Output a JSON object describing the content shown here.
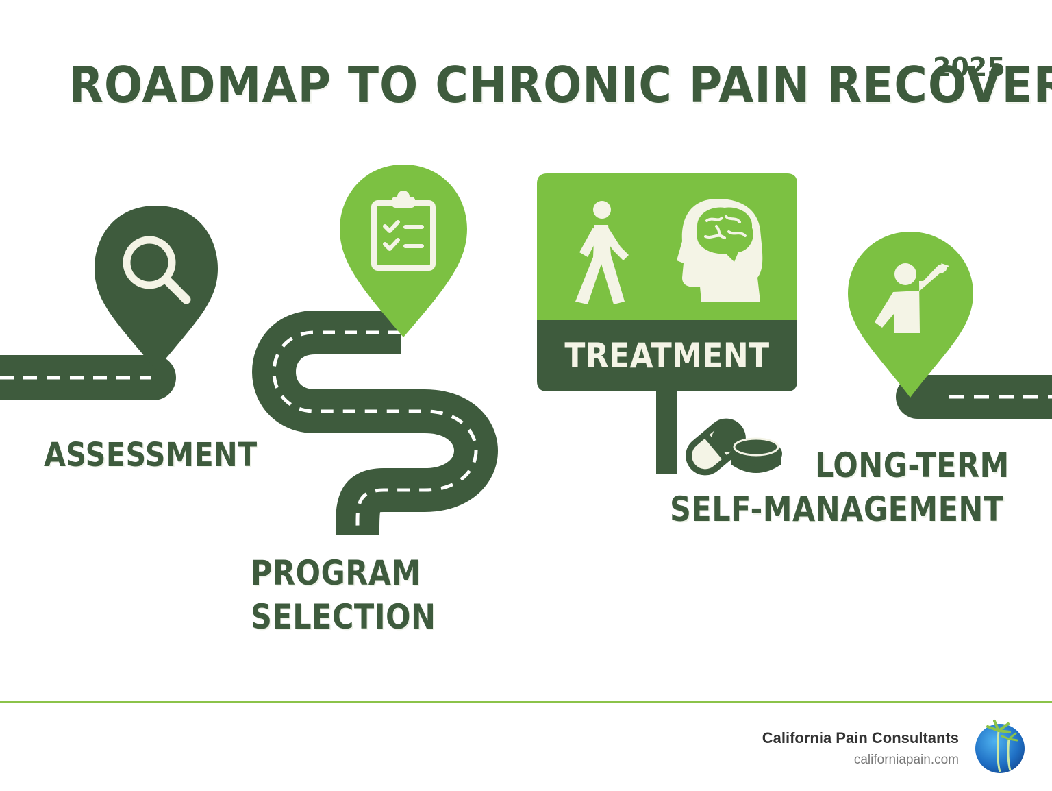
{
  "title": "ROADMAP TO CHRONIC PAIN RECOVERY",
  "year": "2025",
  "stages": {
    "assessment": {
      "label": "ASSESSMENT",
      "icon": "magnifying-glass-icon"
    },
    "program_selection": {
      "line1": "PROGRAM",
      "line2": "SELECTION",
      "icon": "clipboard-checklist-icon"
    },
    "treatment": {
      "label": "TREATMENT",
      "icons": [
        "walking-person-icon",
        "head-brain-icon",
        "pills-icon"
      ]
    },
    "long_term": {
      "line1": "LONG-TERM",
      "line2": "SELF-MANAGEMENT",
      "icon": "person-raising-arm-icon"
    }
  },
  "footer": {
    "brand": "California Pain Consultants",
    "url": "californiapain.com",
    "logo_icon": "palm-tree-globe-icon"
  },
  "colors": {
    "dark_green": "#3e5b3d",
    "bright_green": "#7cc142",
    "road_dash": "#ffffff",
    "sign_text": "#f4f4e6"
  }
}
